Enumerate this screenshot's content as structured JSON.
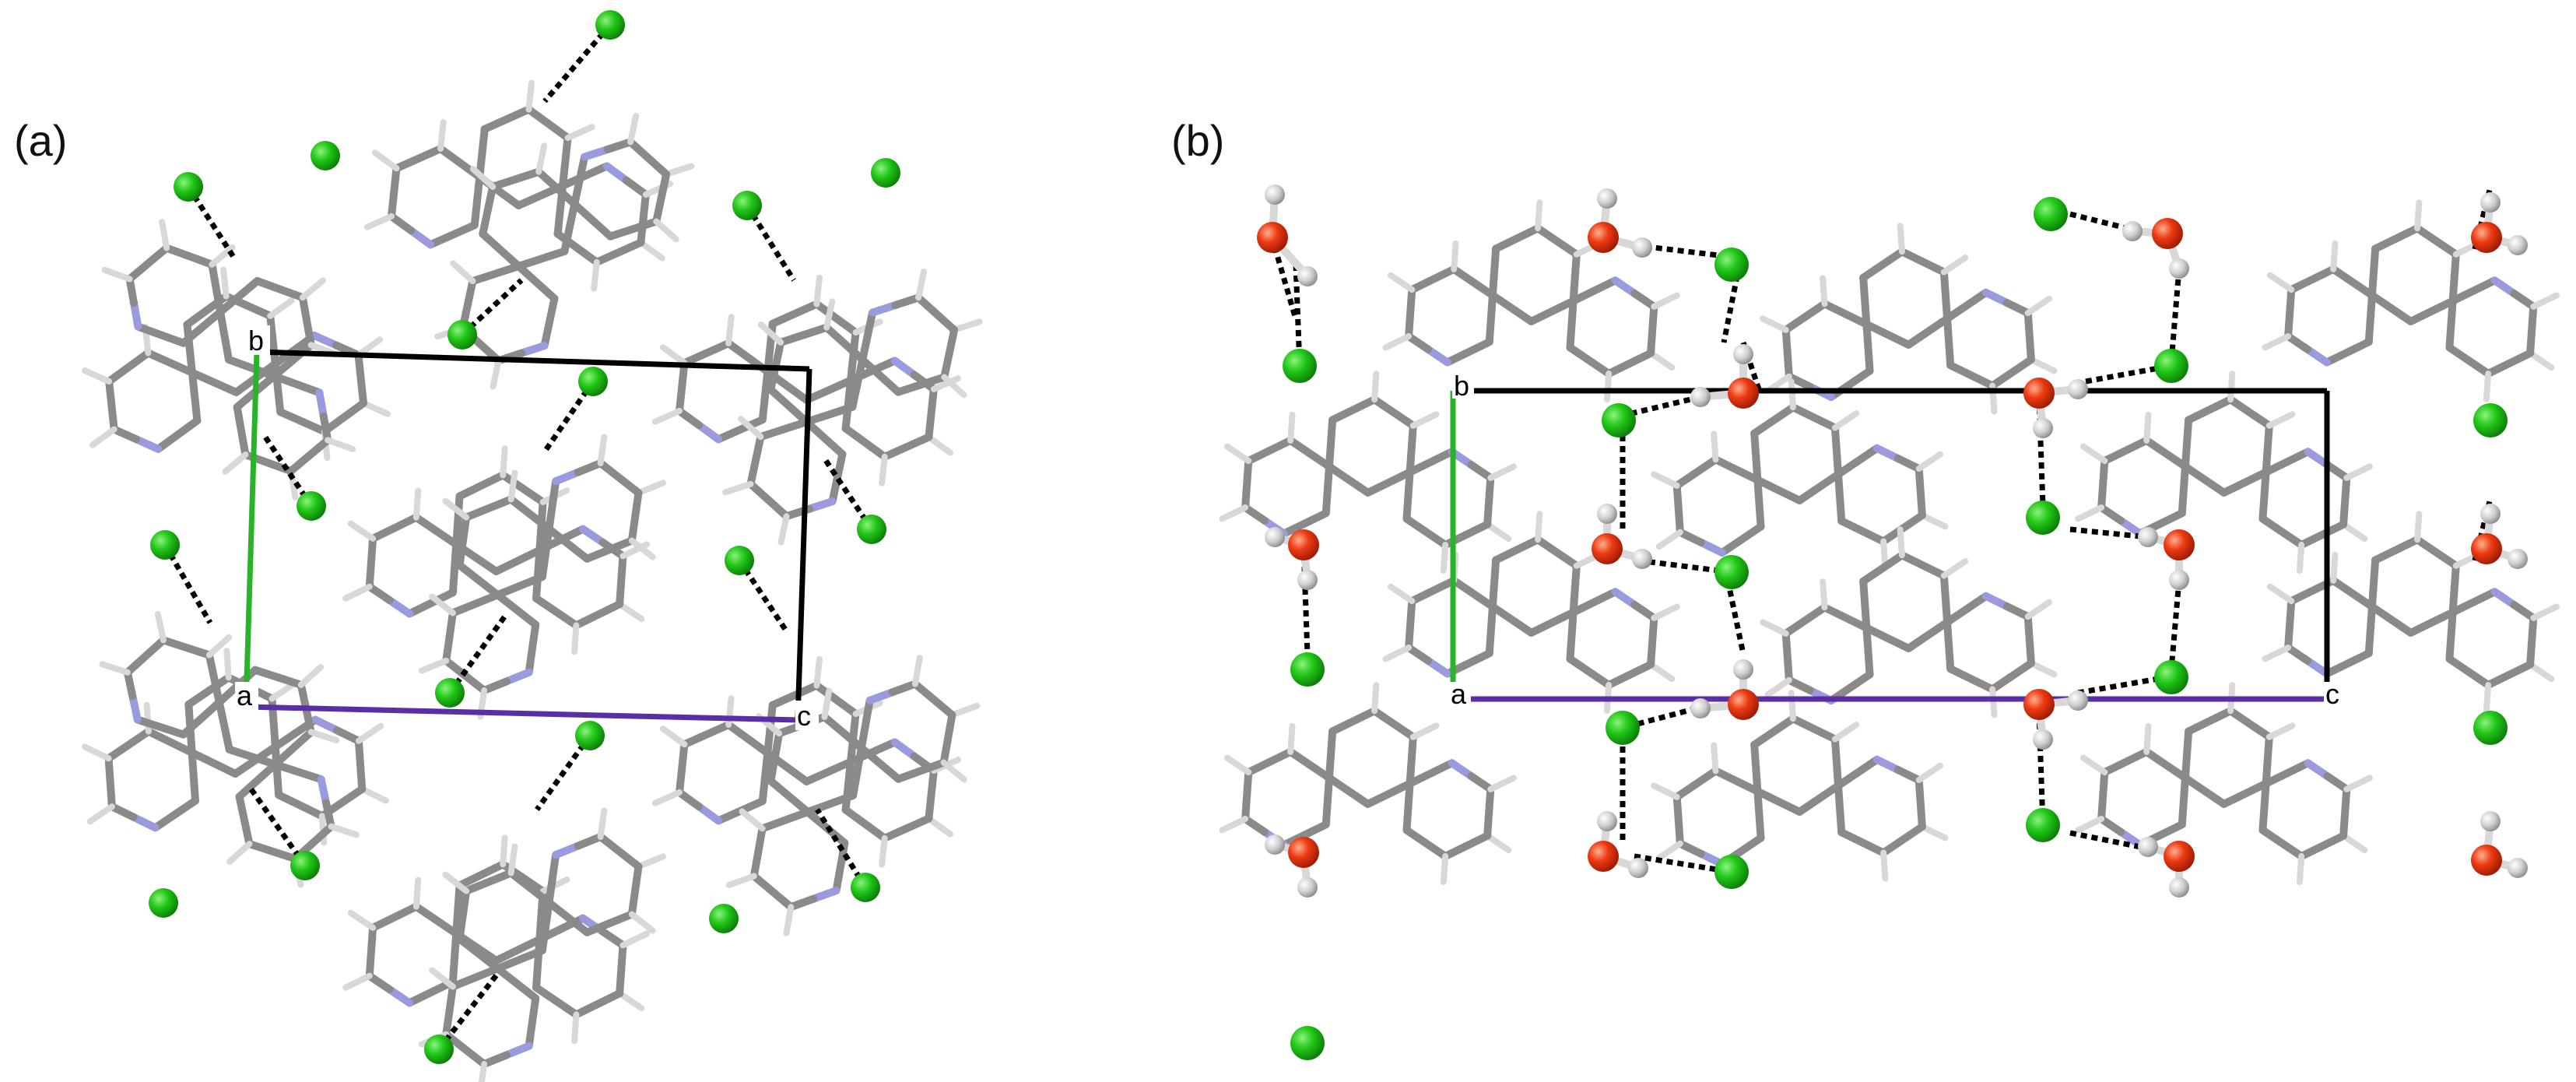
{
  "panels": [
    {
      "label": "(a)",
      "axes": {
        "origin": "a",
        "first": "b",
        "second": "c"
      }
    },
    {
      "label": "(b)",
      "axes": {
        "origin": "a",
        "first": "b",
        "second": "c"
      }
    }
  ],
  "colors": {
    "carbon_bond": "#8a8a8a",
    "nitrogen": "#9a9adf",
    "hydrogen": "#d8d8d8",
    "oxygen": "#e53010",
    "chloride": "#1bbf12",
    "hbond": "#000000",
    "cell_edge": "#000000",
    "axis_a": "#5a2ea6",
    "axis_b": "#2ab32a"
  }
}
